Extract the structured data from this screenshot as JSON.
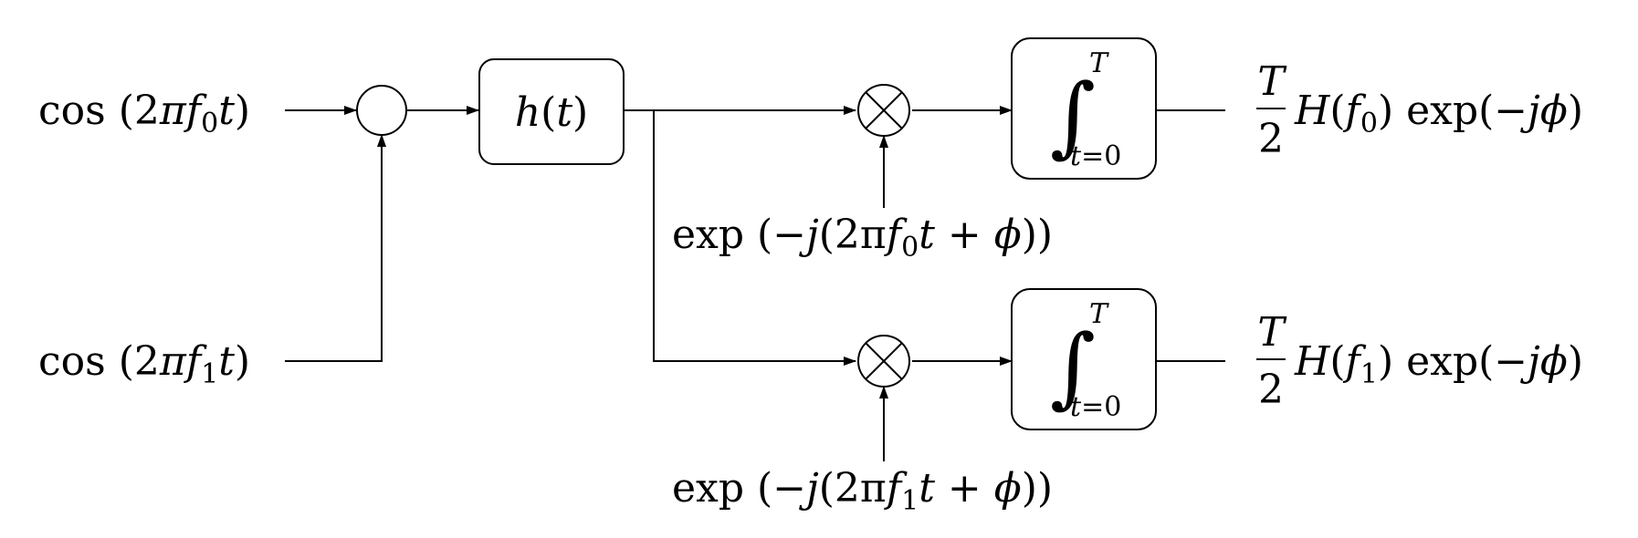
{
  "inputs": {
    "in0": {
      "fn": "cos",
      "open": "(2",
      "pi": "π",
      "var": "f",
      "sub": "0",
      "t": "t",
      "close": ")"
    },
    "in1": {
      "fn": "cos",
      "open": "(2",
      "pi": "π",
      "var": "f",
      "sub": "1",
      "t": "t",
      "close": ")"
    }
  },
  "filter": {
    "name": "h",
    "open": "(",
    "arg": "t",
    "close": ")"
  },
  "integrators": {
    "integral_sign": "∫",
    "upper": "T",
    "lower_var": "t",
    "lower_rest": "=0"
  },
  "references": {
    "ref0": {
      "fn": "exp",
      "open": "(−",
      "j": "j",
      "mid": "(2π",
      "var": "f",
      "sub": "0",
      "t": "t",
      "plus": " + ",
      "phi": "ϕ",
      "close": "))"
    },
    "ref1": {
      "fn": "exp",
      "open": "(−",
      "j": "j",
      "mid": "(2π",
      "var": "f",
      "sub": "1",
      "t": "t",
      "plus": " + ",
      "phi": "ϕ",
      "close": "))"
    }
  },
  "outputs": {
    "out0": {
      "num": "T",
      "den": "2",
      "H": "H",
      "open": "(",
      "var": "f",
      "sub": "0",
      "close": ")",
      "exp": "exp(−",
      "j": "j",
      "phi": "ϕ",
      "end": ")"
    },
    "out1": {
      "num": "T",
      "den": "2",
      "H": "H",
      "open": "(",
      "var": "f",
      "sub": "1",
      "close": ")",
      "exp": "exp(−",
      "j": "j",
      "phi": "ϕ",
      "end": ")"
    }
  },
  "symbols": {
    "multiply": "⊗"
  }
}
